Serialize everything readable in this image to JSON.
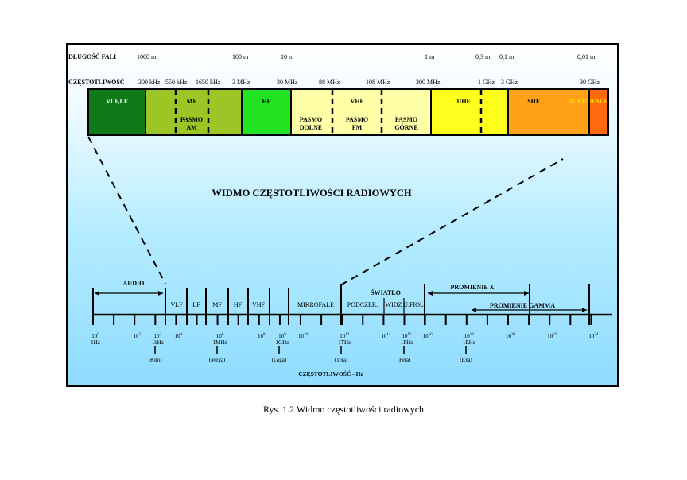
{
  "header": {
    "wavelength_label": "DŁUGOŚĆ FALI",
    "wavelengths": [
      "1000 m",
      "100 m",
      "10 m",
      "1 m",
      "0,3 m",
      "0,1 m",
      "0,01 m"
    ],
    "frequency_label": "CZĘSTOTLIWOŚĆ",
    "frequencies": [
      "300 kHz",
      "550 kHz",
      "1650 kHz",
      "3 MHz",
      "30 MHz",
      "88 MHz",
      "108 MHz",
      "300 MHz",
      "1 GHz",
      "3 GHz",
      "30 GHz"
    ]
  },
  "bands": {
    "vlf_lf": "VLF,LF",
    "mf": "MF",
    "pasmo_am": [
      "PASMO",
      "AM"
    ],
    "hf": "HF",
    "pasmo_dolne": [
      "PASMO",
      "DOLNE"
    ],
    "vhf": "VHF",
    "pasmo_fm": [
      "PASMO",
      "FM"
    ],
    "pasmo_gorne": [
      "PASMO",
      "GÓRNE"
    ],
    "uhf": "UHF",
    "shf": "SHF",
    "mikrofale": "MIKROFALE"
  },
  "band_colors": {
    "vlf_lf": "#0f7a17",
    "mf": "#9bc625",
    "hf": "#22e322",
    "broadcast": "#ffffa8",
    "uhf": "#ffff1e",
    "shf": "#ffa119",
    "mikrofale": "#ff6a10"
  },
  "main_title": "WIDMO CZĘSTOTLIWOŚCI RADIOWYCH",
  "spectrum": {
    "audio": "AUDIO",
    "swiatlo": "ŚWIATŁO",
    "promienie_x": "PROMIENIE X",
    "promienie_gamma": "PROMIENIE GAMMA",
    "segments": [
      "VLF",
      "LF",
      "MF",
      "HF",
      "VHF",
      "MIKROFALE",
      "PODCZER.",
      "WIDZ",
      "U.FIOL"
    ]
  },
  "axis": {
    "ticks": [
      {
        "exp": "0",
        "sub": "1Hz"
      },
      {
        "exp": "2",
        "sub": ""
      },
      {
        "exp": "3",
        "sub": "1kHz"
      },
      {
        "exp": "4",
        "sub": ""
      },
      {
        "exp": "6",
        "sub": "1MHz"
      },
      {
        "exp": "8",
        "sub": ""
      },
      {
        "exp": "9",
        "sub": "1GHz"
      },
      {
        "exp": "10",
        "sub": ""
      },
      {
        "exp": "12",
        "sub": "1THz"
      },
      {
        "exp": "14",
        "sub": ""
      },
      {
        "exp": "15",
        "sub": "1PHz"
      },
      {
        "exp": "16",
        "sub": ""
      },
      {
        "exp": "18",
        "sub": "1EHz"
      },
      {
        "exp": "20",
        "sub": ""
      },
      {
        "exp": "22",
        "sub": ""
      },
      {
        "exp": "24",
        "sub": ""
      }
    ],
    "prefixes": [
      "(Kilo)",
      "(Mega)",
      "(Giga)",
      "(Tera)",
      "(Peta)",
      "(Exa)"
    ],
    "axis_label": "CZĘSTOTLIWOŚĆ - Hz"
  },
  "caption": "Rys. 1.2  Widmo częstotliwości radiowych"
}
